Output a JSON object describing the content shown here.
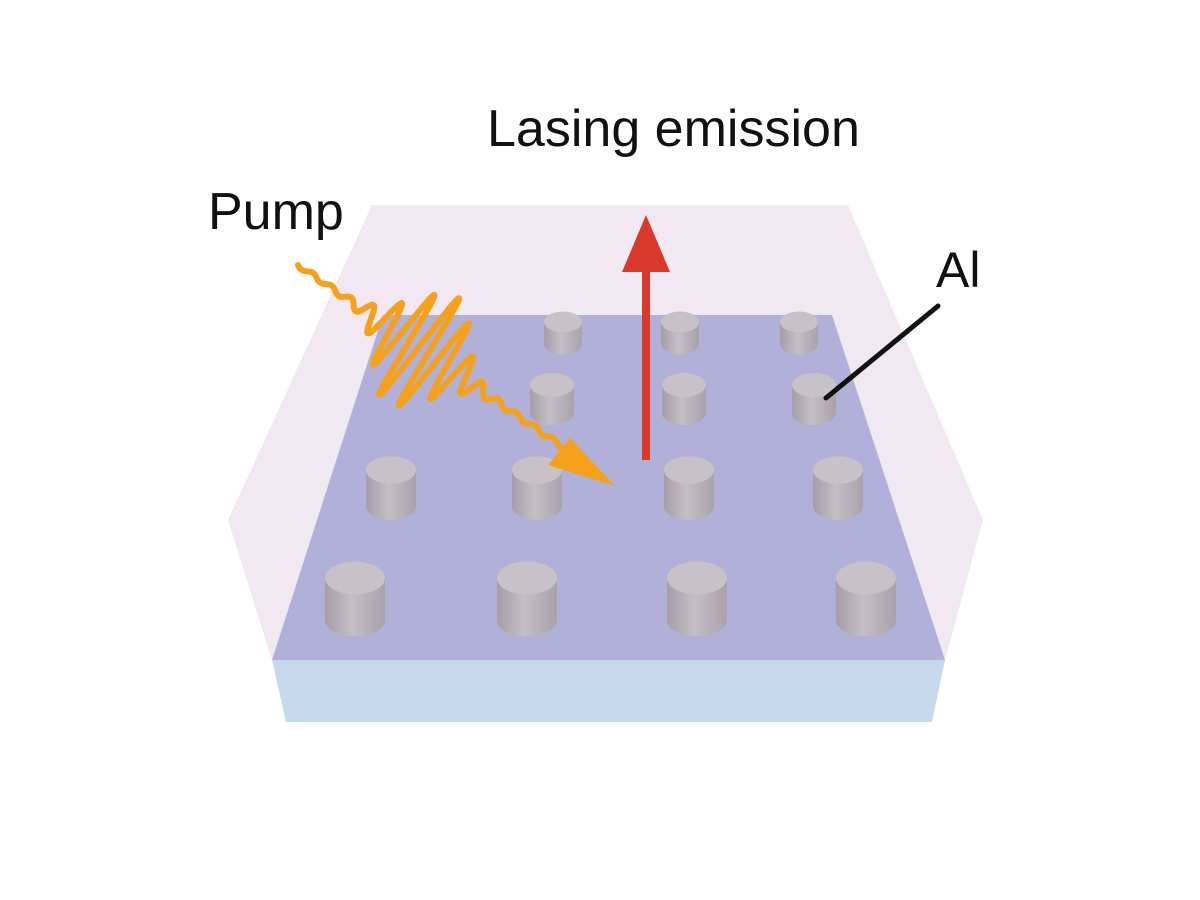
{
  "labels": {
    "emission": "Lasing emission",
    "pump": "Pump",
    "nanoparticle": "Al"
  },
  "colors": {
    "background": "#ffffff",
    "cladding_fill": "#e9dcea",
    "cladding_edge": "#d9c6da",
    "substrate_top": "#aeaed8",
    "substrate_side": "#c5d8ee",
    "pillar_top": "#c9c1c8",
    "pillar_side": "#b3aab2",
    "pump": "#f5a11c",
    "emission": "#d8392b",
    "pointer": "#111111"
  },
  "icons": {
    "pump": "wavy-pulse-arrow",
    "emission": "upward-arrow",
    "pointer": "leader-line"
  },
  "nanoparticle_grid": {
    "rows": 4,
    "cols": 4
  }
}
